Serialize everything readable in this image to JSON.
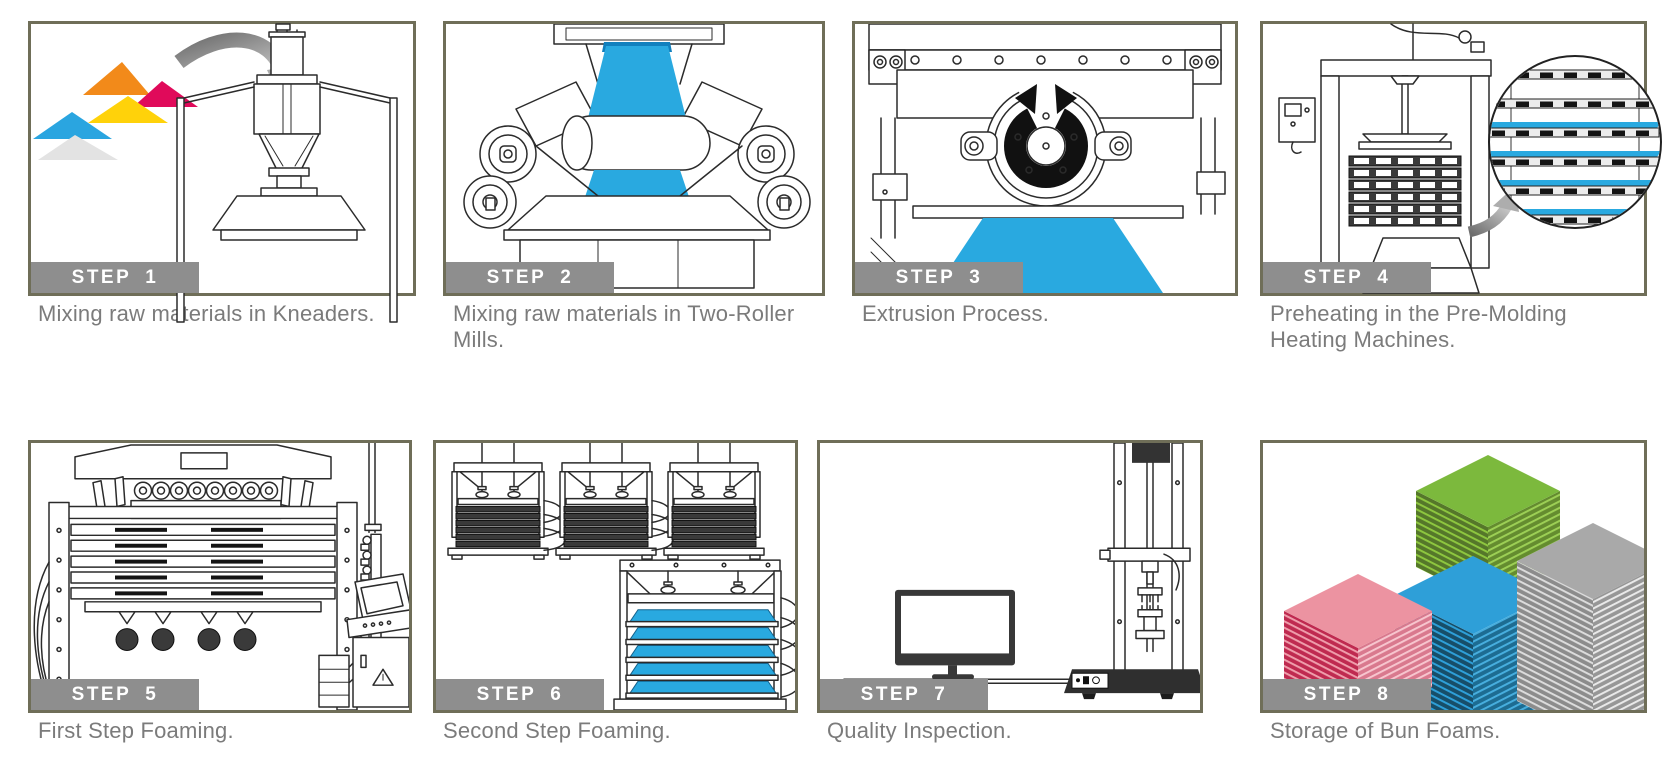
{
  "colors": {
    "background": "#FFFFFF",
    "panel_border": "#6F6E58",
    "step_badge_bg": "#8E8E8E",
    "step_badge_text": "#FFFFFF",
    "caption_text": "#7B7B7B",
    "line_art": "#2B2B2B",
    "sheet_blue": "#29A9E0",
    "sheet_blue_edge": "#1180BE",
    "arrow_gray": "#9C9C9C",
    "powder_orange": "#F28A1A",
    "powder_crimson": "#E00A5A",
    "powder_yellow": "#FFD20A",
    "powder_blue": "#2AA5E0",
    "powder_white": "#E3E3E3",
    "stack_green_top": "#7CB93D",
    "stack_blue_top": "#2E9FD8",
    "stack_gray_top": "#A9A9A9",
    "stack_pink_top": "#EC93A1"
  },
  "steps": [
    {
      "badge": "STEP",
      "number": "1",
      "caption": "Mixing raw materials in Kneaders.",
      "illustration": "kneader-machine"
    },
    {
      "badge": "STEP",
      "number": "2",
      "caption": "Mixing raw materials in Two-Roller Mills.",
      "illustration": "two-roller-mill"
    },
    {
      "badge": "STEP",
      "number": "3",
      "caption": "Extrusion Process.",
      "illustration": "extruder-machine"
    },
    {
      "badge": "STEP",
      "number": "4",
      "caption": "Preheating in the Pre-Molding Heating Machines.",
      "illustration": "preheating-machine"
    },
    {
      "badge": "STEP",
      "number": "5",
      "caption": "First Step Foaming.",
      "illustration": "foaming-press"
    },
    {
      "badge": "STEP",
      "number": "6",
      "caption": "Second Step Foaming.",
      "illustration": "second-step-foaming-presses"
    },
    {
      "badge": "STEP",
      "number": "7",
      "caption": "Quality Inspection.",
      "illustration": "testing-machine"
    },
    {
      "badge": "STEP",
      "number": "8",
      "caption": "Storage of Bun Foams.",
      "illustration": "foam-bun-stacks"
    }
  ]
}
